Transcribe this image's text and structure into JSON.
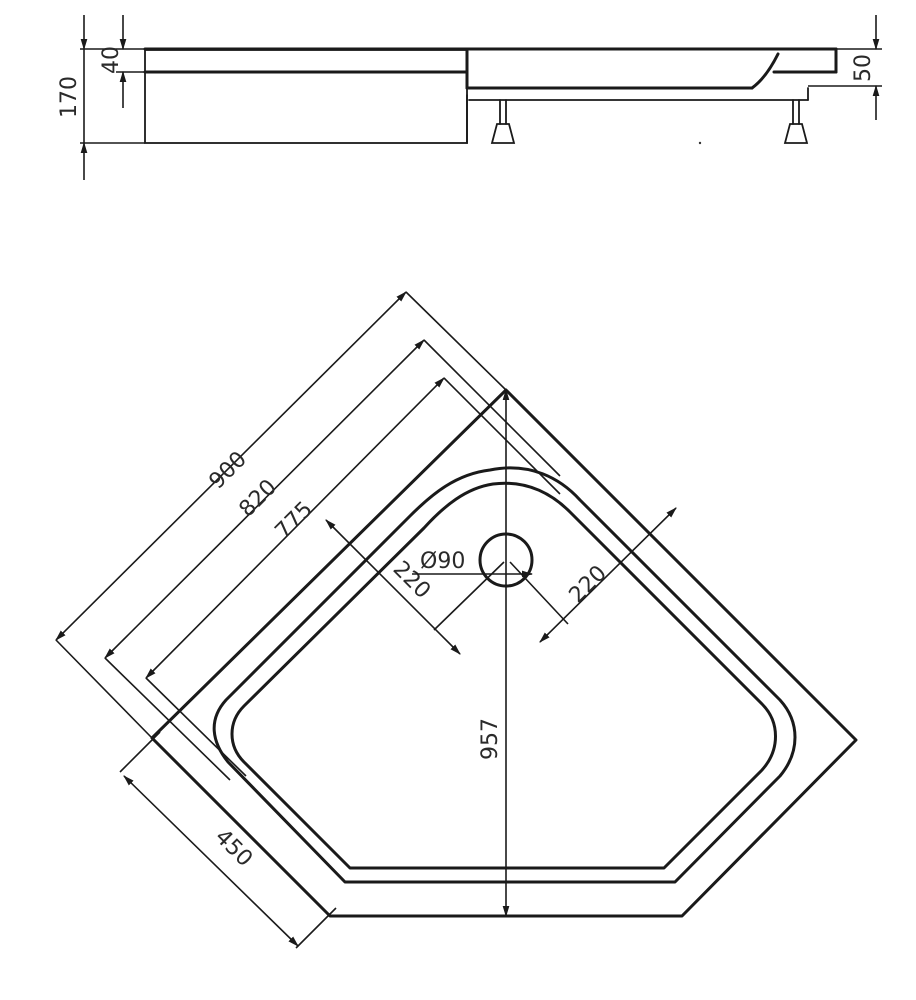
{
  "side_view": {
    "dims": {
      "total_height": "170",
      "rim_height": "40",
      "tray_height": "50"
    }
  },
  "top_view": {
    "dims": {
      "outer_side": "900",
      "mid_side": "820",
      "inner_side": "775",
      "front_edge": "450",
      "diagonal": "957",
      "drain_offset_left": "220",
      "drain_offset_right": "220",
      "drain_diameter": "Ø90"
    }
  },
  "colors": {
    "line": "#1a1a1a",
    "background": "#ffffff"
  }
}
